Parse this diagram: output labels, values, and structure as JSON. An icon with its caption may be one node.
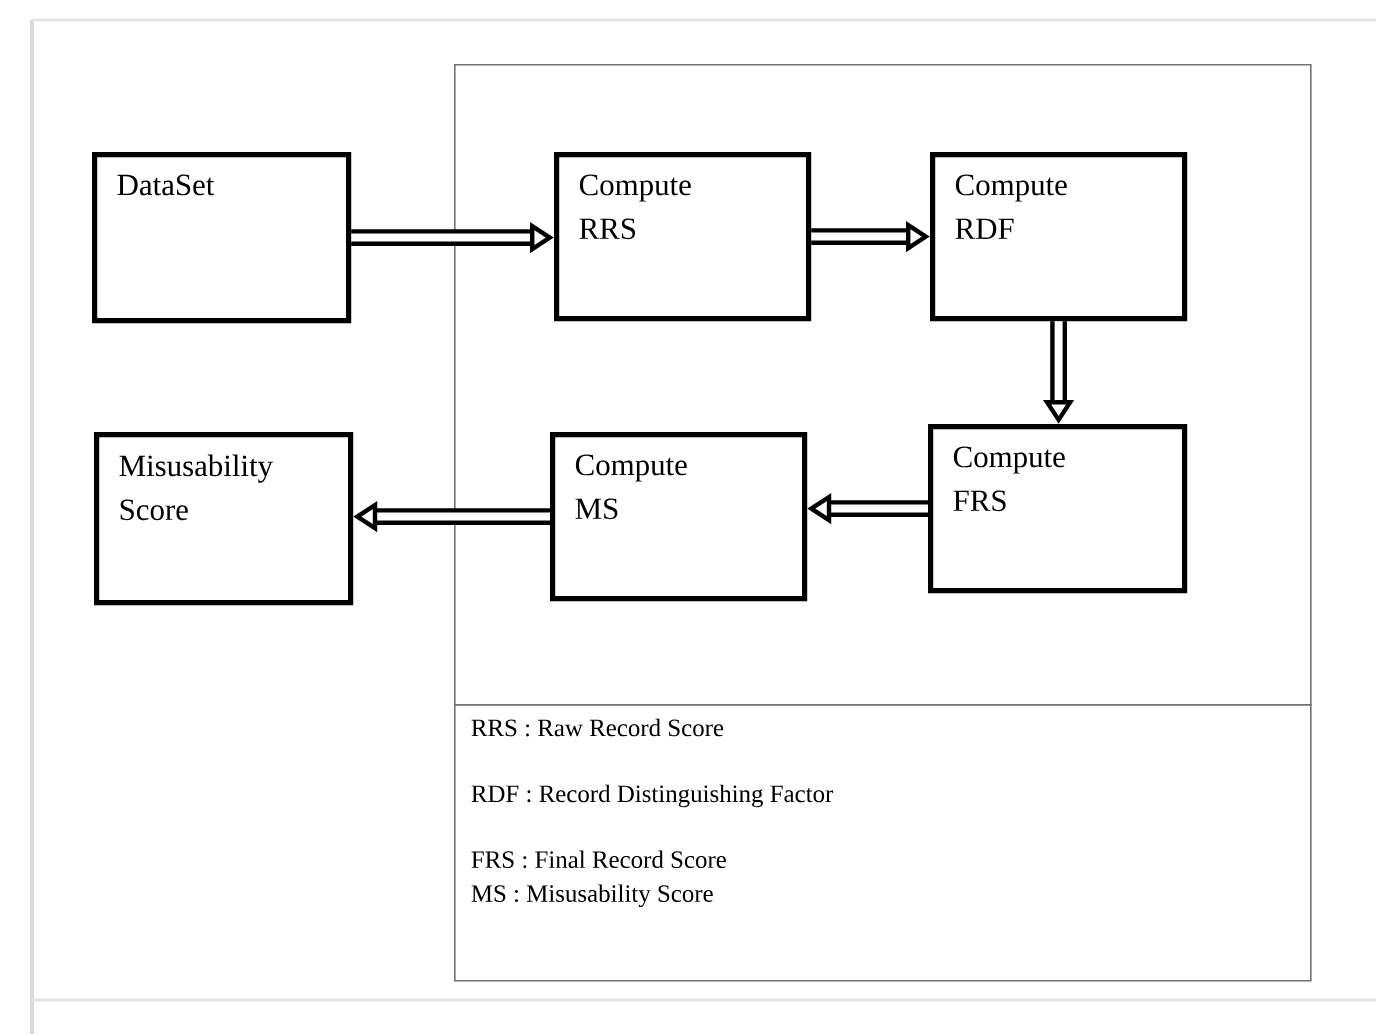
{
  "diagram": {
    "nodes": [
      {
        "text": [],
        "shape": "box"
      },
      {
        "text": [
          "DataSet"
        ]
      },
      {
        "text": [
          "Compute RRS"
        ],
        "in": 0
      },
      {
        "text": [
          "Compute RDF"
        ],
        "in": 0
      },
      {
        "text": [
          "Misusability Score"
        ]
      },
      {
        "text": [
          "Compute MS"
        ],
        "in": 0
      },
      {
        "text": [
          "Compute FRS"
        ],
        "in": 0
      },
      {
        "text": [
          "RRS : Raw Record Score",
          "RDF : Record Distinguishing Factor",
          "FRS : Final Record Score",
          "MS : Misusability Score"
        ]
      }
    ],
    "edges": [
      {
        "from": 1,
        "to": 2,
        "arrow": "to"
      },
      {
        "from": 2,
        "to": 3,
        "arrow": "to"
      },
      {
        "from": 3,
        "to": 6,
        "arrow": "to"
      },
      {
        "from": 6,
        "to": 5,
        "arrow": "to"
      },
      {
        "from": 5,
        "to": 4,
        "arrow": "to"
      }
    ]
  }
}
